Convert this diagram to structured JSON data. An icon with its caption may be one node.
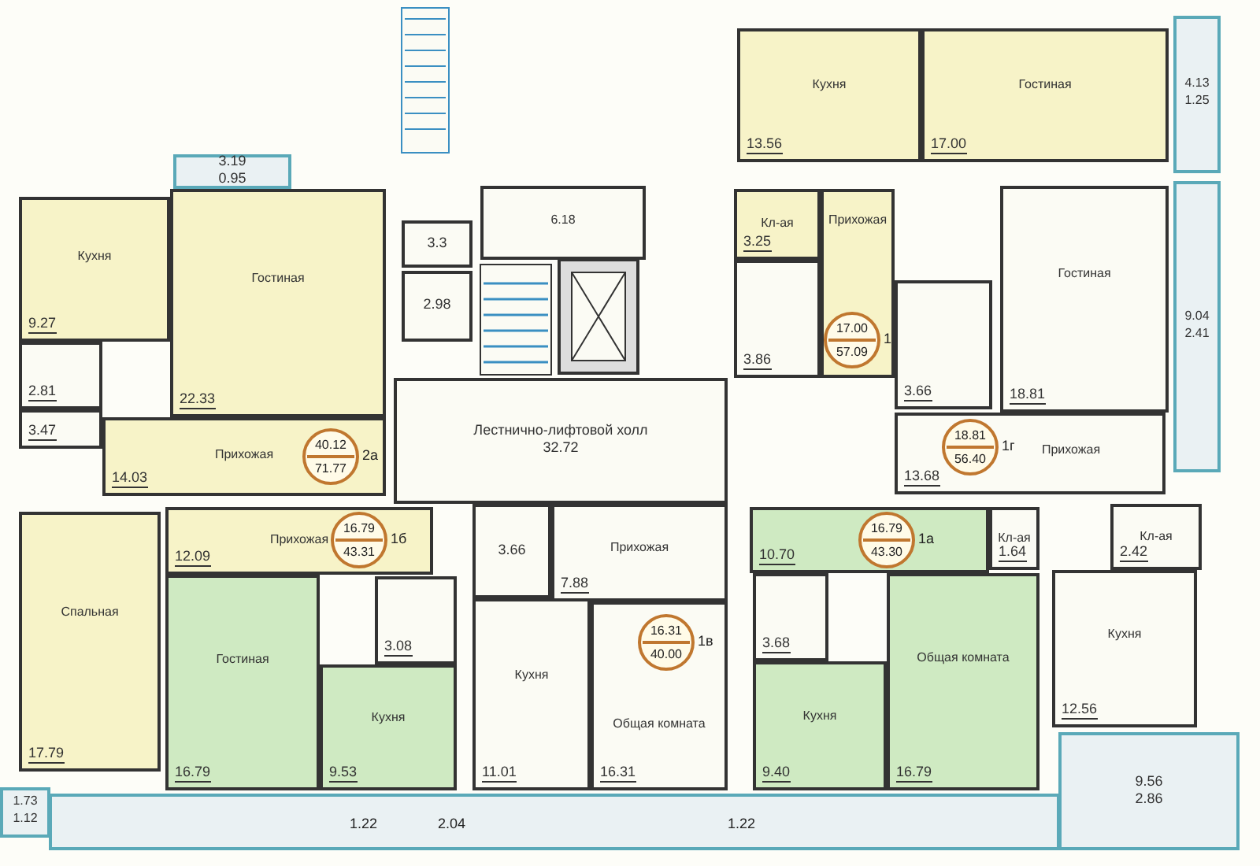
{
  "diagram": {
    "nodes": [
      {
        "text": [
          "Кухня",
          "13.56"
        ]
      },
      {
        "text": [
          "Гостиная",
          "17.00"
        ]
      },
      {
        "text": [
          "4.13",
          "1.25"
        ]
      },
      {
        "text": [
          "3.19",
          "0.95"
        ]
      },
      {
        "text": [
          "Кухня",
          "9.27"
        ]
      },
      {
        "text": [
          "Гостиная",
          "22.33"
        ]
      },
      {
        "text": [
          "3.3"
        ]
      },
      {
        "text": [
          "6.18"
        ]
      },
      {
        "text": [
          "Кл-ая",
          "3.25"
        ]
      },
      {
        "text": [
          "Прихожая"
        ]
      },
      {
        "text": [
          "Гостиная",
          "18.81"
        ]
      },
      {
        "text": [
          "2.81"
        ]
      },
      {
        "text": [
          "2.98"
        ]
      },
      {
        "text": [
          "3.86"
        ]
      },
      {
        "text": [
          "3.66"
        ]
      },
      {
        "text": [
          "9.04",
          "2.41"
        ]
      },
      {
        "text": [
          "Прихожая",
          "14.03"
        ]
      },
      {
        "text": [
          "3.47"
        ]
      },
      {
        "text": [
          "40.12",
          "71.77"
        ],
        "beside": [
          "2а"
        ],
        "in": 16
      },
      {
        "text": [
          "Лестнично-лифтовой холл",
          "32.72"
        ]
      },
      {
        "text": [
          "17.00",
          "57.09"
        ],
        "beside": [
          "1"
        ],
        "in": 9
      },
      {
        "text": [
          "Прихожая",
          "13.68"
        ]
      },
      {
        "text": [
          "18.81",
          "56.40"
        ],
        "beside": [
          "1г"
        ],
        "in": 21
      },
      {
        "text": [
          "Прихожая",
          "12.09"
        ]
      },
      {
        "text": [
          "16.79",
          "43.31"
        ],
        "beside": [
          "1б"
        ],
        "in": 23
      },
      {
        "text": [
          "3.66"
        ]
      },
      {
        "text": [
          "Прихожая",
          "7.88"
        ]
      },
      {
        "text": [
          "10.70"
        ]
      },
      {
        "text": [
          "16.79",
          "43.30"
        ],
        "beside": [
          "1а"
        ],
        "in": 27
      },
      {
        "text": [
          "Кл-ая",
          "1.64"
        ]
      },
      {
        "text": [
          "Кл-ая",
          "2.42"
        ]
      },
      {
        "text": [
          "3.08"
        ]
      },
      {
        "text": [
          "3.68"
        ]
      },
      {
        "text": [
          "Спальная",
          "17.79"
        ]
      },
      {
        "text": [
          "Гостиная",
          "16.79"
        ]
      },
      {
        "text": [
          "Кухня",
          "9.53"
        ]
      },
      {
        "text": [
          "Кухня",
          "11.01"
        ]
      },
      {
        "text": [
          "Общая комната",
          "16.31"
        ]
      },
      {
        "text": [
          "16.31",
          "40.00"
        ],
        "beside": [
          "1в"
        ],
        "in": 37
      },
      {
        "text": [
          "Кухня",
          "9.40"
        ]
      },
      {
        "text": [
          "Общая комната",
          "16.79"
        ]
      },
      {
        "text": [
          "Кухня",
          "12.56"
        ]
      },
      {
        "text": [
          "9.56",
          "2.86"
        ]
      },
      {
        "text": [
          "1.73",
          "1.12"
        ]
      }
    ],
    "labels": [
      "1.22",
      "2.04",
      "1.22"
    ]
  }
}
